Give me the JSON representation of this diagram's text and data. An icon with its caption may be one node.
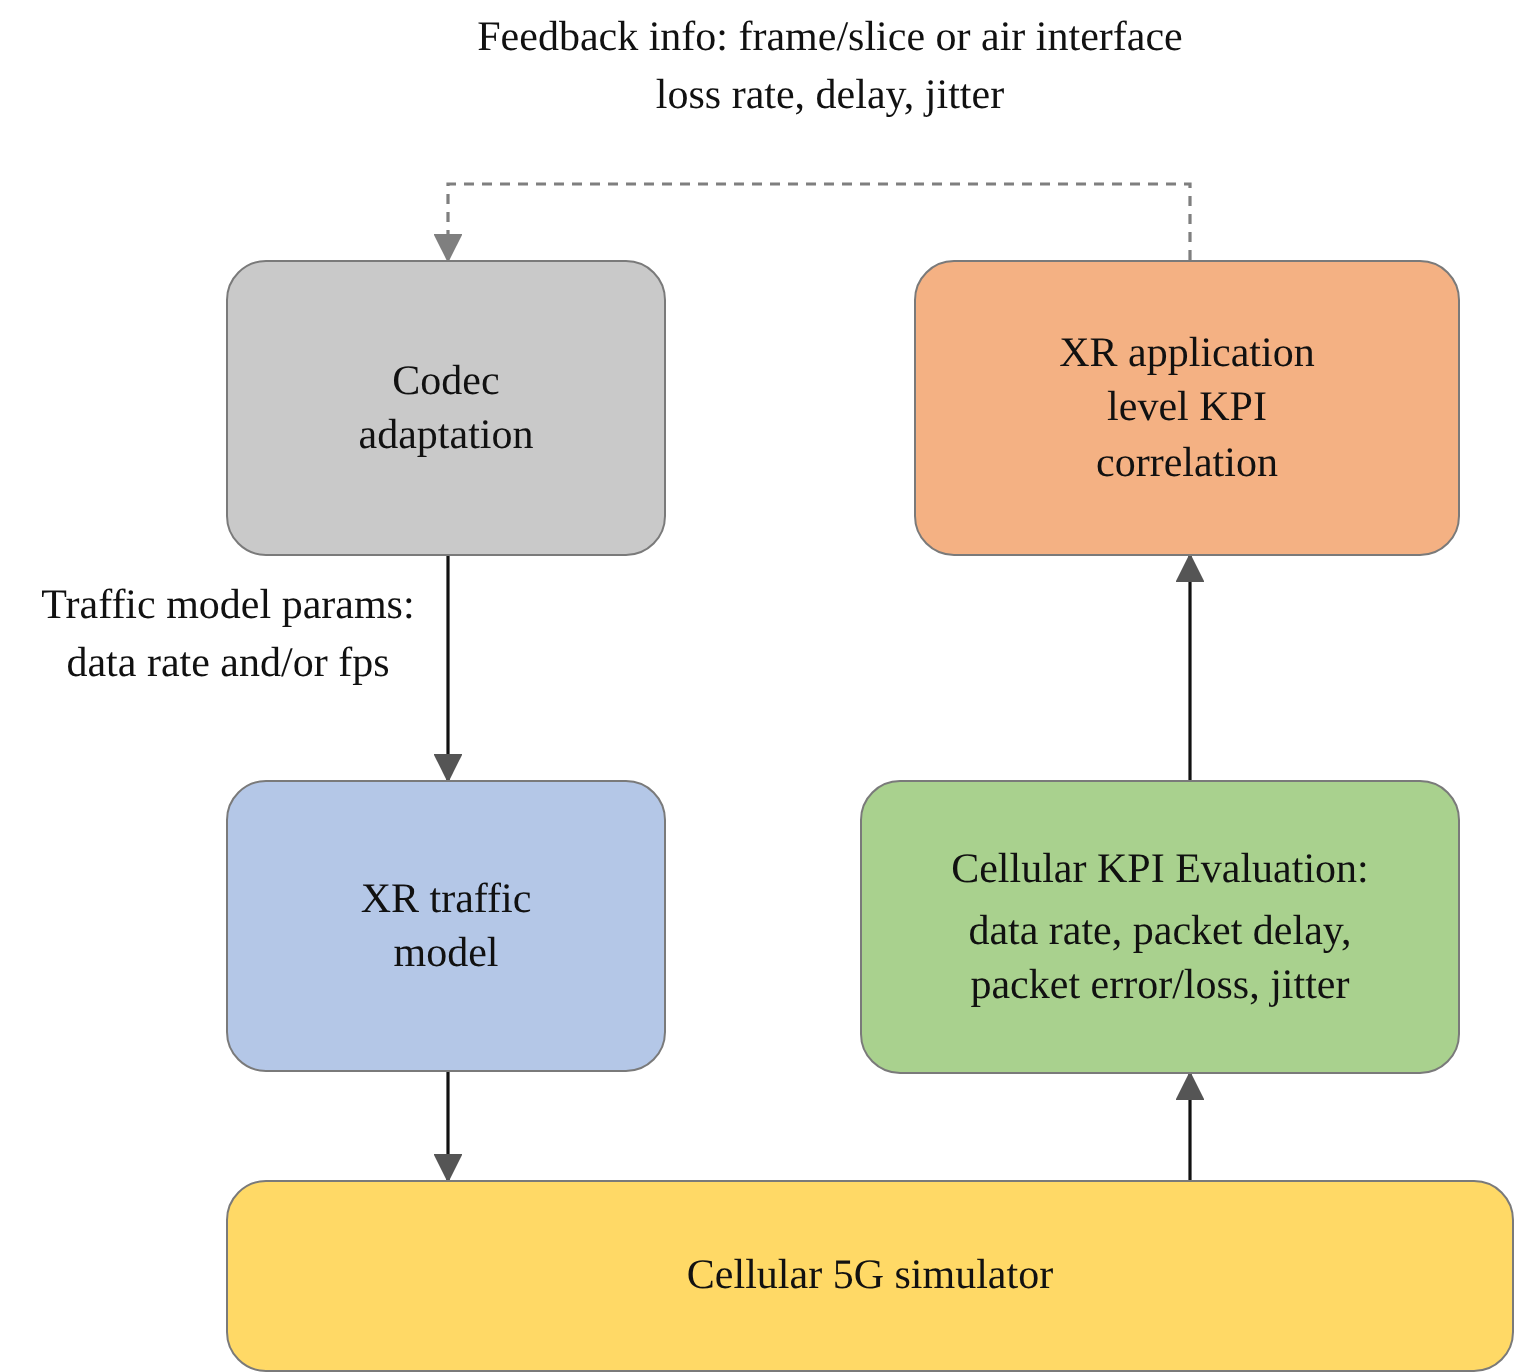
{
  "diagram": {
    "nodes": [
      {
        "text": [
          "Codec adaptation"
        ]
      },
      {
        "text": [
          "XR application level KPI correlation"
        ]
      },
      {
        "text": [
          "XR traffic model"
        ]
      },
      {
        "text": [
          "Cellular KPI Evaluation:",
          "data rate, packet delay, packet error/loss, jitter"
        ]
      },
      {
        "text": [
          "Cellular 5G simulator"
        ]
      }
    ],
    "edges": [
      {
        "from": 1,
        "to": 0,
        "arrow": "to",
        "style": "dashed",
        "color": "#7f7f7f",
        "label": "Feedback info: frame/slice or air interface loss rate, delay, jitter"
      },
      {
        "from": 0,
        "to": 2,
        "arrow": "to",
        "label": "Traffic model params: data rate and/or fps"
      },
      {
        "from": 2,
        "to": 4,
        "arrow": "to"
      },
      {
        "from": 4,
        "to": 3,
        "arrow": "to"
      },
      {
        "from": 3,
        "to": 1,
        "arrow": "to"
      }
    ]
  }
}
